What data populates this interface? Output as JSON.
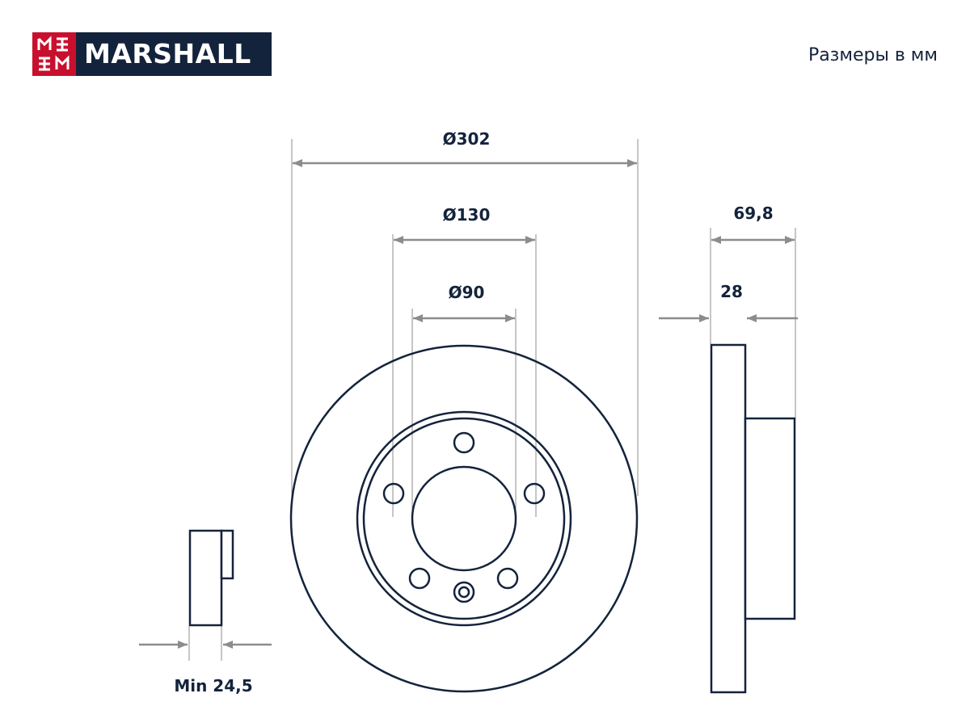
{
  "brand": {
    "name": "MARSHALL"
  },
  "header": {
    "units_note": "Размеры в мм"
  },
  "dimensions": {
    "outer_diameter": "Ø302",
    "bolt_circle": "Ø130",
    "center_bore": "Ø90",
    "total_height": "69,8",
    "thickness": "28",
    "min_thickness": "Min 24,5"
  },
  "colors": {
    "line": "#14233c",
    "dimension_arrow": "#8c8c8c",
    "brand_red": "#c8102e",
    "brand_navy": "#14233c"
  }
}
